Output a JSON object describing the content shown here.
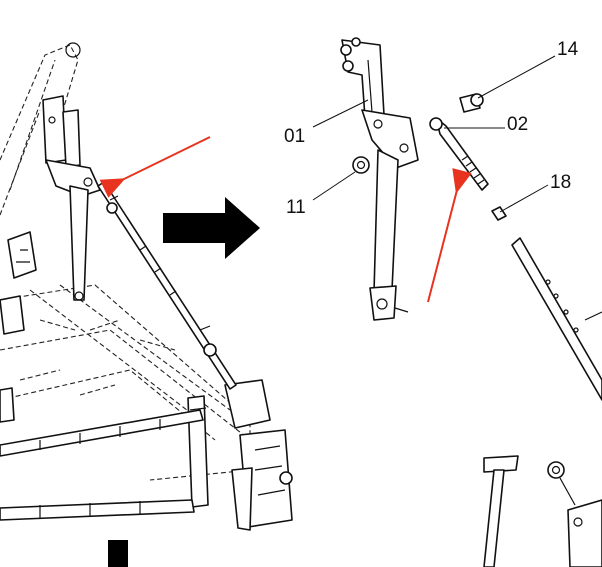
{
  "colors": {
    "arrow_red": "#e8331f",
    "line": "#111111"
  },
  "callouts": {
    "part_01": "01",
    "part_11": "11",
    "part_14": "14",
    "part_02": "02",
    "part_18": "18"
  },
  "icons": {
    "transition": "right-arrow-icon"
  }
}
